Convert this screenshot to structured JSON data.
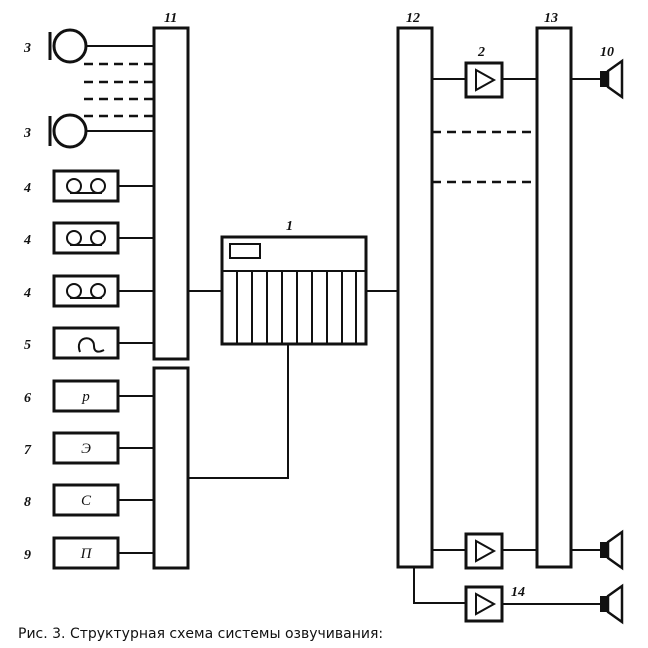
{
  "labels": {
    "mic1": "3",
    "mic2": "3",
    "tape1": "4",
    "tape2": "4",
    "tape3": "4",
    "player": "5",
    "src6": "6",
    "src7": "7",
    "src8": "8",
    "src9": "9",
    "hub11": "11",
    "console1": "1",
    "hub12": "12",
    "hub13": "13",
    "amp2": "2",
    "speaker10": "10",
    "amp14": "14"
  },
  "boxes": {
    "b6": "р",
    "b7": "Э",
    "b8": "С",
    "b9": "П"
  },
  "caption": "Рис. 3. Структурная схема системы озвучивания:"
}
